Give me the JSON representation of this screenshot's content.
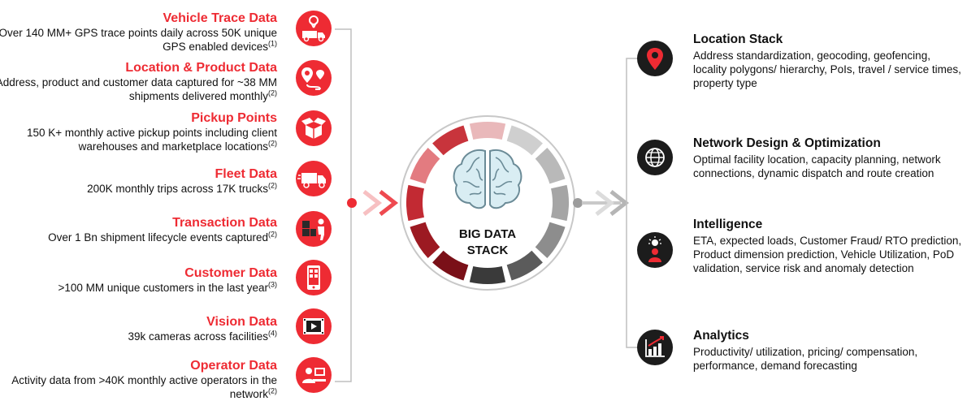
{
  "sources": [
    {
      "title": "Vehicle Trace Data",
      "desc": "Over 140 MM+ GPS trace points daily across 50K unique GPS enabled devices",
      "ref": "(1)",
      "icon": "truck-location-icon"
    },
    {
      "title": "Location & Product Data",
      "desc": "Address, product and customer data captured for ~38 MM shipments delivered monthly",
      "ref": "(2)",
      "icon": "route-pin-icon"
    },
    {
      "title": "Pickup Points",
      "desc": "150 K+ monthly active pickup points including client warehouses and marketplace locations",
      "ref": "(2)",
      "icon": "open-box-icon"
    },
    {
      "title": "Fleet Data",
      "desc": "200K monthly trips across 17K trucks",
      "ref": "(2)",
      "icon": "delivery-truck-icon"
    },
    {
      "title": "Transaction Data",
      "desc": "Over 1 Bn shipment lifecycle events captured",
      "ref": "(2)",
      "icon": "worker-boxes-icon"
    },
    {
      "title": "Customer Data",
      "desc": ">100 MM unique customers in the last year",
      "ref": "(3)",
      "icon": "smartphone-icon"
    },
    {
      "title": "Vision Data",
      "desc": "39k cameras across facilities",
      "ref": "(4)",
      "icon": "video-film-icon"
    },
    {
      "title": "Operator Data",
      "desc": "Activity data from >40K monthly active operators in the network",
      "ref": "(2)",
      "icon": "operator-computer-icon"
    }
  ],
  "hub": {
    "line1": "BIG DATA",
    "line2": "STACK",
    "icon": "brain-icon"
  },
  "capabilities": [
    {
      "title": "Location Stack",
      "desc": "Address standardization, geocoding, geofencing, locality polygons/ hierarchy, PoIs, travel / service times, property type",
      "icon": "map-pin-icon"
    },
    {
      "title": "Network Design & Optimization",
      "desc": "Optimal facility location, capacity planning, network connections, dynamic dispatch and route creation",
      "icon": "globe-icon"
    },
    {
      "title": "Intelligence",
      "desc": "ETA, expected loads, Customer Fraud/ RTO prediction, Product dimension prediction, Vehicle Utilization, PoD validation, service risk and anomaly detection",
      "icon": "idea-person-icon"
    },
    {
      "title": "Analytics",
      "desc": "Productivity/ utilization, pricing/ compensation, performance, demand forecasting",
      "icon": "bar-chart-icon"
    }
  ],
  "colors": {
    "accent": "#ee2b33",
    "dark": "#1c1c1c",
    "bracket": "#bfbfbf"
  }
}
